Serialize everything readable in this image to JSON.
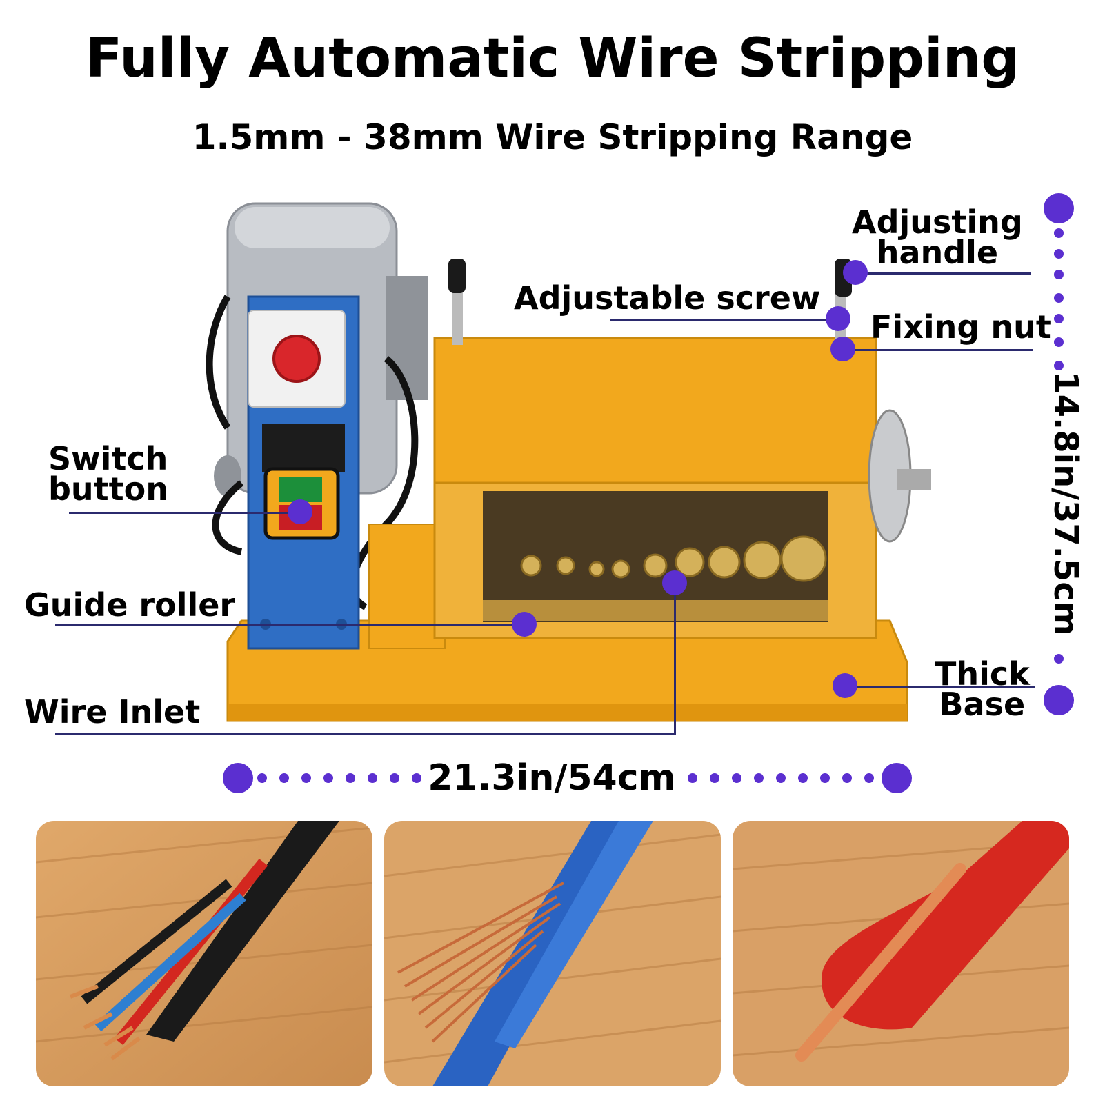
{
  "header": {
    "title": "Fully Automatic Wire Stripping",
    "subtitle": "1.5mm - 38mm Wire Stripping Range"
  },
  "callouts": {
    "adjusting_handle": [
      "Adjusting",
      "handle"
    ],
    "adjustable_screw": "Adjustable screw",
    "fixing_nut": "Fixing nut",
    "switch_button": [
      "Switch",
      "button"
    ],
    "guide_roller": "Guide roller",
    "wire_inlet": "Wire Inlet",
    "thick_base": [
      "Thick",
      "Base"
    ]
  },
  "dimensions": {
    "width": "21.3in/54cm",
    "height": "14.8in/37.5cm"
  },
  "colors": {
    "accent_dot": "#5b2fd0",
    "leader_line": "#2b2a6e",
    "machine_body": "#f2a81d",
    "motor_panel": "#2f6ec4",
    "motor_housing": "#b8bcc2"
  },
  "photos": [
    {
      "subject": "multi-core-cable-stripped"
    },
    {
      "subject": "blue-cable-stripped"
    },
    {
      "subject": "red-cable-stripped"
    }
  ]
}
